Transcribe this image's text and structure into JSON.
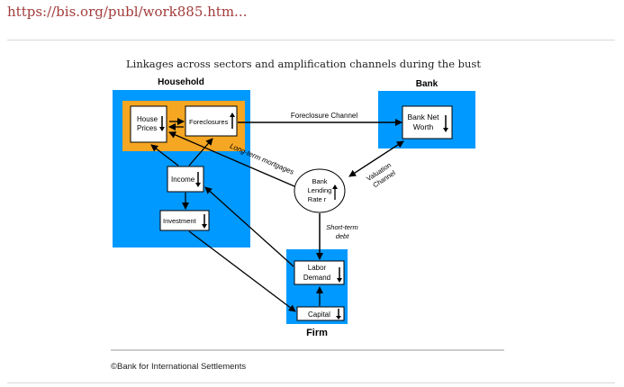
{
  "url_text": "https://bis.org/publ/work885.htm...",
  "diagram": {
    "title": "Linkages across sectors and amplification channels during the bust",
    "sectors": {
      "household": "Household",
      "bank": "Bank",
      "firm": "Firm"
    },
    "nodes": {
      "house_prices": [
        "House",
        "Prices"
      ],
      "foreclosures": "Foreclosures",
      "income": "Income",
      "investment": "Investment",
      "bank_net_worth": [
        "Bank Net",
        "Worth"
      ],
      "bank_lending_rate": [
        "Bank",
        "Lending",
        "Rate r"
      ],
      "labor_demand": [
        "Labor",
        "Demand"
      ],
      "capital": "Capital"
    },
    "edge_labels": {
      "foreclosure_channel": "Foreclosure Channel",
      "long_term_mortgages": "Long-term mortgages",
      "valuation_channel": [
        "Valuation",
        "Channel"
      ],
      "short_term_debt": [
        "Short-term",
        "debt"
      ]
    }
  },
  "copyright": "©Bank for International Settlements",
  "colors": {
    "sector_blue": "#0099ff",
    "household_orange": "#f5a623",
    "url_red": "#a33c3c"
  }
}
